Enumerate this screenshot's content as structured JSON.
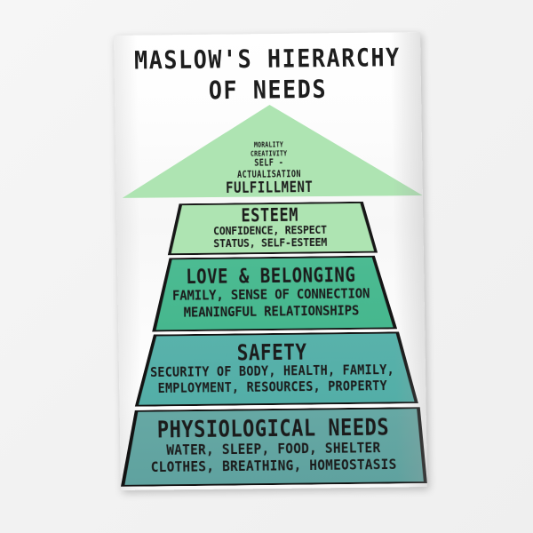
{
  "poster": {
    "title_line1": "MASLOW'S HIERARCHY",
    "title_line2": "OF NEEDS"
  },
  "diagram": {
    "type": "pyramid",
    "levels": 5,
    "tiers": [
      {
        "level": 5,
        "name": "self-actualisation",
        "shape": "triangle",
        "color": "#aee4b2",
        "heading": "FULFILLMENT",
        "lines": [
          "MORALITY",
          "CREATIVITY",
          "SELF -",
          "ACTUALISATION"
        ]
      },
      {
        "level": 4,
        "name": "esteem",
        "shape": "trapezoid",
        "color": "#aee4b2",
        "heading": "ESTEEM",
        "lines": [
          "CONFIDENCE, RESPECT",
          "STATUS, SELF-ESTEEM"
        ]
      },
      {
        "level": 3,
        "name": "love-and-belonging",
        "shape": "trapezoid",
        "color": "#4cbb92",
        "heading": "LOVE & BELONGING",
        "lines": [
          "FAMILY, SENSE OF CONNECTION",
          "MEANINGFUL RELATIONSHIPS"
        ]
      },
      {
        "level": 2,
        "name": "safety",
        "shape": "trapezoid",
        "color": "#59b2ab",
        "heading": "SAFETY",
        "lines": [
          "SECURITY OF BODY, HEALTH, FAMILY,",
          "EMPLOYMENT, RESOURCES, PROPERTY"
        ]
      },
      {
        "level": 1,
        "name": "physiological-needs",
        "shape": "trapezoid",
        "color": "#66a8a4",
        "heading": "PHYSIOLOGICAL NEEDS",
        "lines": [
          "WATER, SLEEP, FOOD, SHELTER",
          "CLOTHES, BREATHING, HOMEOSTASIS"
        ]
      }
    ]
  }
}
